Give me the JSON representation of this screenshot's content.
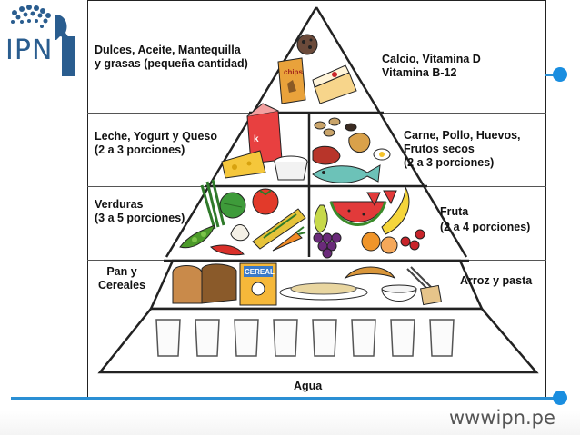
{
  "logo": {
    "text": "IPN"
  },
  "website": "wwwipn.pe",
  "tiers": {
    "top": {
      "left": "Dulces, Aceite, Mantequilla\ny grasas (pequeña cantidad)",
      "right": "Calcio, Vitamina D\nVitamina B-12"
    },
    "dairy_protein": {
      "left": "Leche, Yogurt y Queso\n(2 a 3 porciones)",
      "right": "Carne, Pollo, Huevos,\nFrutos secos\n(2 a 3 porciones)"
    },
    "veg_fruit": {
      "left": "Verduras\n(3 a 5 porciones)",
      "right_title": "Fruta",
      "right_sub": "(2 a 4 porciones)"
    },
    "grains": {
      "left": "Pan y\nCereales",
      "right": "Arroz y pasta"
    },
    "water": {
      "label": "Agua"
    }
  },
  "food_text": {
    "chips": "chips",
    "cereal": "CEREAL",
    "milk_carton": "k"
  },
  "colors": {
    "accent_blue": "#1a8ee0",
    "logo_blue": "#2a5d8f"
  }
}
